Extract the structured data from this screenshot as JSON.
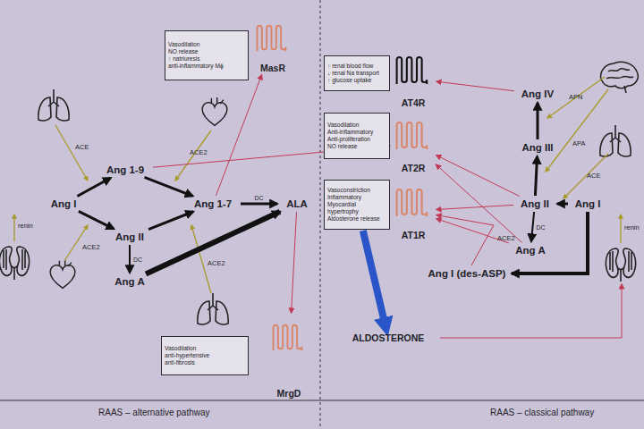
{
  "diagram": {
    "nodes": [
      {
        "text": [
          "Ang I"
        ]
      },
      {
        "text": [
          "Ang 1-9"
        ]
      },
      {
        "text": [
          "Ang II"
        ]
      },
      {
        "text": [
          "Ang A"
        ]
      },
      {
        "text": [
          "Ang 1-7"
        ]
      },
      {
        "text": [
          "ALA"
        ]
      },
      {
        "text": [
          "Vasodilation",
          "NO release",
          "↑ natriuresis",
          "anti-inflammatory Mϕ"
        ]
      },
      {
        "text": [
          "MasR"
        ]
      },
      {
        "text": [
          "Vasodilation",
          "anti-hypertensive",
          "anti-fibrosis"
        ]
      },
      {
        "text": [
          "MrgD"
        ]
      },
      {
        "text": [
          "↑ renal blood flow",
          "↓ renal Na transport",
          "↑ glucose uptake"
        ]
      },
      {
        "text": [
          "AT4R"
        ]
      },
      {
        "text": [
          "Vasodilation",
          "Anti-inflammatory",
          "Anti-proliferation",
          "NO release"
        ]
      },
      {
        "text": [
          "AT2R"
        ]
      },
      {
        "text": [
          "Vasoconstriction",
          "Inflammatory",
          "Myocardial hypertrophy",
          "Aldosterone release"
        ]
      },
      {
        "text": [
          "AT1R"
        ]
      },
      {
        "text": [
          "ALDOSTERONE"
        ]
      },
      {
        "text": [
          "Ang IV"
        ]
      },
      {
        "text": [
          "Ang III"
        ]
      },
      {
        "text": [
          "Ang II"
        ]
      },
      {
        "text": [
          "Ang I"
        ]
      },
      {
        "text": [
          "Ang A"
        ]
      },
      {
        "text": [
          "Ang I (des-ASP)"
        ]
      }
    ],
    "edges": [
      {
        "from": 0,
        "to": 1,
        "arrow": "to"
      },
      {
        "from": 0,
        "to": 2,
        "arrow": "to"
      },
      {
        "from": 1,
        "to": 4,
        "arrow": "to"
      },
      {
        "from": 2,
        "to": 4,
        "arrow": "to"
      },
      {
        "from": 2,
        "to": 3,
        "arrow": "to",
        "label": "DC"
      },
      {
        "from": 4,
        "to": 5,
        "arrow": "to",
        "label": "DC"
      },
      {
        "from": 3,
        "to": 5,
        "arrow": "to"
      },
      {
        "from": 4,
        "to": 7,
        "arrow": "to"
      },
      {
        "from": 5,
        "to": 9,
        "arrow": "to"
      },
      {
        "from": 1,
        "to": 13,
        "arrow": "to"
      },
      {
        "from": 20,
        "to": 19,
        "arrow": "to"
      },
      {
        "from": 19,
        "to": 18,
        "arrow": "to"
      },
      {
        "from": 18,
        "to": 17,
        "arrow": "to"
      },
      {
        "from": 19,
        "to": 21,
        "arrow": "to",
        "label": "DC"
      },
      {
        "from": 20,
        "to": 22,
        "arrow": "to"
      },
      {
        "from": 17,
        "to": 11,
        "arrow": "to"
      },
      {
        "from": 19,
        "to": 15,
        "arrow": "to"
      },
      {
        "from": 19,
        "to": 13,
        "arrow": "to"
      },
      {
        "from": 21,
        "to": 15,
        "arrow": "to"
      },
      {
        "from": 21,
        "to": 13,
        "arrow": "to"
      },
      {
        "from": 22,
        "to": 15,
        "arrow": "to"
      },
      {
        "from": 14,
        "to": 16,
        "arrow": "to"
      }
    ],
    "labels": [
      "RAAS – alternative pathway",
      "RAAS – classical pathway",
      "ACE",
      "ACE2",
      "ACE2",
      "ACE2",
      "renin",
      "renin",
      "ACE",
      "APA",
      "APN",
      "ACE2"
    ]
  }
}
